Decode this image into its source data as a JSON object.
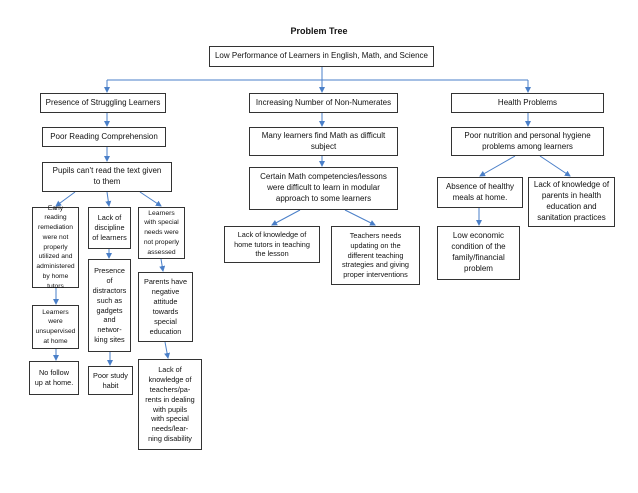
{
  "title": "Problem Tree",
  "root": "Low Performance of Learners in English, Math, and Science",
  "branches": {
    "struggling": {
      "label": "Presence of Struggling Learners",
      "poor_reading": "Poor Reading Comprehension",
      "cant_read": "Pupils can't read the text given\nto them",
      "early_reading": "Early reading\nremediation\nwere not\nproperly\nutilized and\nadministered\nby home\ntutors",
      "unsupervised": "Learners\nwere\nunsupervised\nat home",
      "no_follow": "No follow\nup at home.",
      "lack_discipline": "Lack of\ndiscipline\nof learners",
      "distractors": "Presence\nof\ndistractors\nsuch as\ngadgets\nand\nnetwor-\nking sites",
      "poor_study": "Poor study\nhabit",
      "special_needs": "Learners\nwith special\nneeds were\nnot properly\nassessed",
      "negative_attitude": "Parents have\nnegative\nattitude\ntowards\nspecial\neducation",
      "lack_teachers": "Lack of\nknowledge of\nteachers/pa-\nrents in dealing\nwith pupils\nwith special\nneeds/lear-\nning disability"
    },
    "nonnumerates": {
      "label": "Increasing Number of Non-Numerates",
      "math_difficult": "Many learners find Math as difficult\nsubject",
      "modular": "Certain Math competencies/lessons\nwere difficult to learn in modular\napproach to some learners",
      "home_tutors": "Lack of knowledge of\nhome tutors in teaching\nthe lesson",
      "teachers_updating": "Teachers needs\nupdating on the\ndifferent teaching\nstrategies and giving\nproper interventions"
    },
    "health": {
      "label": "Health Problems",
      "nutrition": "Poor nutrition and personal hygiene\nproblems among learners",
      "healthy_meals": "Absence of healthy\nmeals at home.",
      "low_economic": "Low economic\ncondition of the\nfamily/financial\nproblem",
      "parents_knowledge": "Lack of knowledge of\nparents in health\neducation and\nsanitation practices"
    }
  },
  "colors": {
    "connector": "#4a7fc8",
    "border": "#333333",
    "text": "#111111"
  }
}
